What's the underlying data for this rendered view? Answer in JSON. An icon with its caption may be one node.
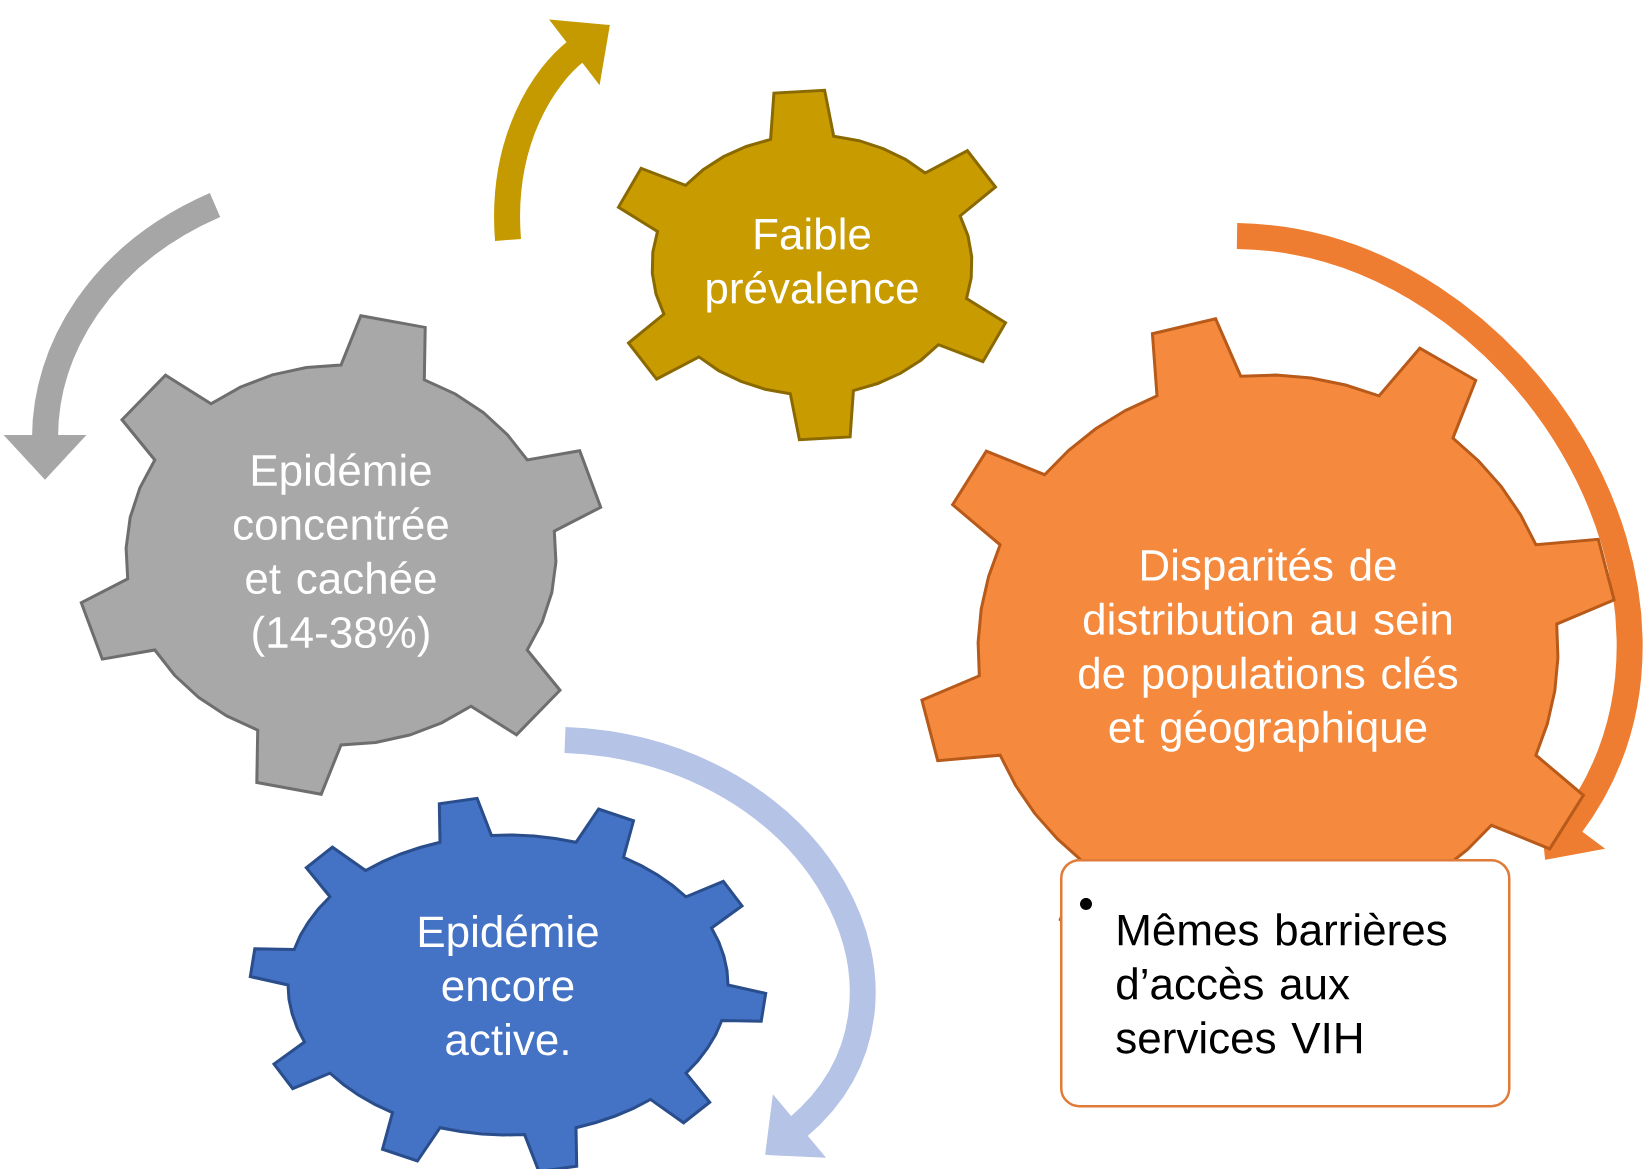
{
  "diagram": {
    "nodes": [
      {
        "text": [
          "Faible prévalence"
        ]
      },
      {
        "text": [
          "Epidémie concentrée et cachée (14-38%)"
        ]
      },
      {
        "text": [
          "Disparités de distribution au sein de populations clés et géographique"
        ]
      },
      {
        "text": [
          "Mêmes barrières d’accès aux services VIH"
        ]
      },
      {
        "text": [
          "Epidémie encore active."
        ]
      }
    ]
  }
}
